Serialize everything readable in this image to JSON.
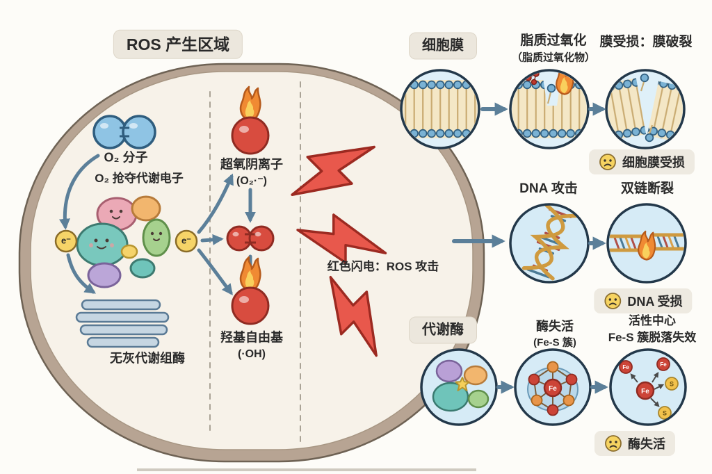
{
  "cell_zone": {
    "title": "ROS 产生区域",
    "o2_label": "O₂ 分子",
    "o2_steal": "O₂ 抢夺代谢电子",
    "electron": "e⁻",
    "organelle_label": "无灰代谢组酶",
    "superoxide_name": "超氧阴离子",
    "superoxide_formula": "(O₂·⁻)",
    "hydroxyl_name": "羟基自由基",
    "hydroxyl_formula": "(·OH)",
    "lightning_caption": "红色闪电：ROS 攻击"
  },
  "membrane_row": {
    "badge": "细胞膜",
    "peroxidation_title": "脂质过氧化",
    "peroxidation_sub": "（脂质过氧化物）",
    "rupture_title": "膜受损：膜破裂",
    "result": "细胞膜受损"
  },
  "dna_row": {
    "attack_title": "DNA 攻击",
    "break_title": "双链断裂",
    "result": "DNA 受损"
  },
  "enzyme_row": {
    "badge": "代谢酶",
    "inactivation_title": "酶失活",
    "inactivation_sub": "(Fe-S 簇)",
    "detach_title_1": "活性中心",
    "detach_title_2": "Fe-S 簇脱落失效",
    "result": "酶失活",
    "fe_label": "Fe",
    "s_label": "S"
  },
  "colors": {
    "ros_red": "#d84c3f",
    "arrow_blue": "#5b7f99",
    "cell_fill": "#f7f2e9",
    "cell_rim": "#b7a493",
    "lightning_red": "#e8584c",
    "circle_bg": "#d6ebf6"
  }
}
